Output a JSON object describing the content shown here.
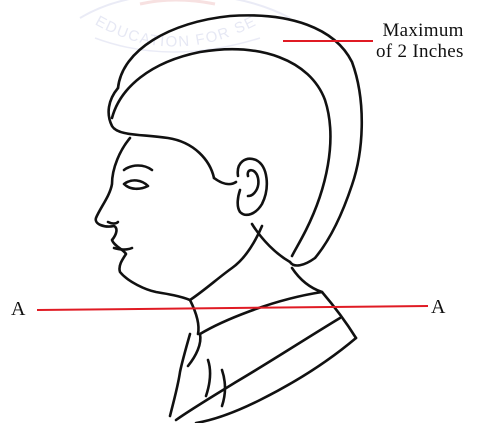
{
  "annotation": {
    "max_line1": "Maximum",
    "max_line2": "of 2 Inches"
  },
  "reference": {
    "left_label": "A",
    "right_label": "A"
  },
  "watermark": {
    "text": "EDUCATION FOR SERVICE"
  },
  "colors": {
    "indicator_line": "#e01b24",
    "drawing_stroke": "#111111",
    "watermark": "#d9dcef"
  }
}
